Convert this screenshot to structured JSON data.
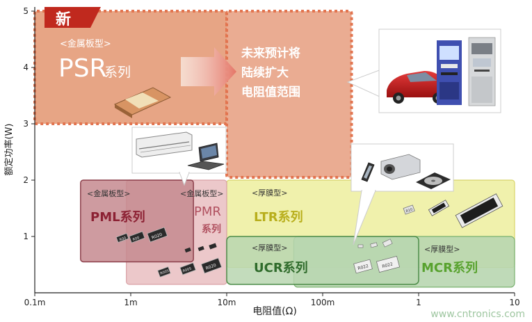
{
  "chart_data": {
    "type": "scatter",
    "xlabel": "电阻值(Ω)",
    "ylabel": "额定功率(W)",
    "x_scale": "log",
    "x_ticks": [
      "0.1m",
      "1m",
      "10m",
      "100m",
      "1",
      "10"
    ],
    "xlim_ohm": [
      0.0001,
      10
    ],
    "y_ticks": [
      "1",
      "2",
      "3",
      "4",
      "5"
    ],
    "ylim_w": [
      0,
      5
    ],
    "regions": [
      {
        "id": "psr",
        "tag": "<金属板型>",
        "name": "PSR",
        "suffix": "系列",
        "badge": "新",
        "r_min": 0.0001,
        "r_max": 0.01,
        "w_min": 3,
        "w_max": 5,
        "color": "#e6a07e"
      },
      {
        "id": "future",
        "lines": [
          "未来预计将",
          "陆续扩大",
          "电阻值范围"
        ],
        "r_min": 0.01,
        "r_max": 0.2,
        "w_min": 2.05,
        "w_max": 5,
        "color": "#e6a07e"
      },
      {
        "id": "pml",
        "tag": "<金属板型>",
        "name": "PML系列",
        "r_min": 0.0003,
        "r_max": 0.0045,
        "w_min": 0.55,
        "w_max": 2,
        "color": "#c58a8f"
      },
      {
        "id": "pmr",
        "tag": "<金属板型>",
        "name": "PMR",
        "name2": "系列",
        "r_min": 0.0009,
        "r_max": 0.01,
        "w_min": 0.15,
        "w_max": 2,
        "color": "#eac2c4"
      },
      {
        "id": "ltr",
        "tag": "<厚膜型>",
        "name": "LTR系列",
        "r_min": 0.01,
        "r_max": 10,
        "w_min": 0.45,
        "w_max": 2,
        "color": "#eef0a3"
      },
      {
        "id": "ucr",
        "tag": "<厚膜型>",
        "name": "UCR系列",
        "r_min": 0.01,
        "r_max": 1,
        "w_min": 0.15,
        "w_max": 1,
        "color": "#b8d6b0"
      },
      {
        "id": "mcr",
        "tag": "<厚膜型>",
        "name": "MCR系列",
        "r_min": 0.05,
        "r_max": 10,
        "w_min": 0.1,
        "w_max": 1,
        "color": "#b8d6b0"
      }
    ]
  },
  "watermark": "www.cntronics.com",
  "chip_labels": {
    "pml": [
      "R00",
      "R00",
      "R020"
    ],
    "pmr": [
      "R005",
      "R005",
      "R020"
    ],
    "ltr": [
      "R10"
    ],
    "ucr": [
      "R022",
      "R022"
    ]
  },
  "photo_icons": {
    "top_right": [
      "car-icon",
      "ticket-machine-icon",
      "atm-icon"
    ],
    "middle_left": [
      "air-conditioner-icon",
      "laptop-icon"
    ],
    "bottom_right": [
      "phone-icon",
      "projector-icon",
      "hard-disk-icon"
    ]
  }
}
